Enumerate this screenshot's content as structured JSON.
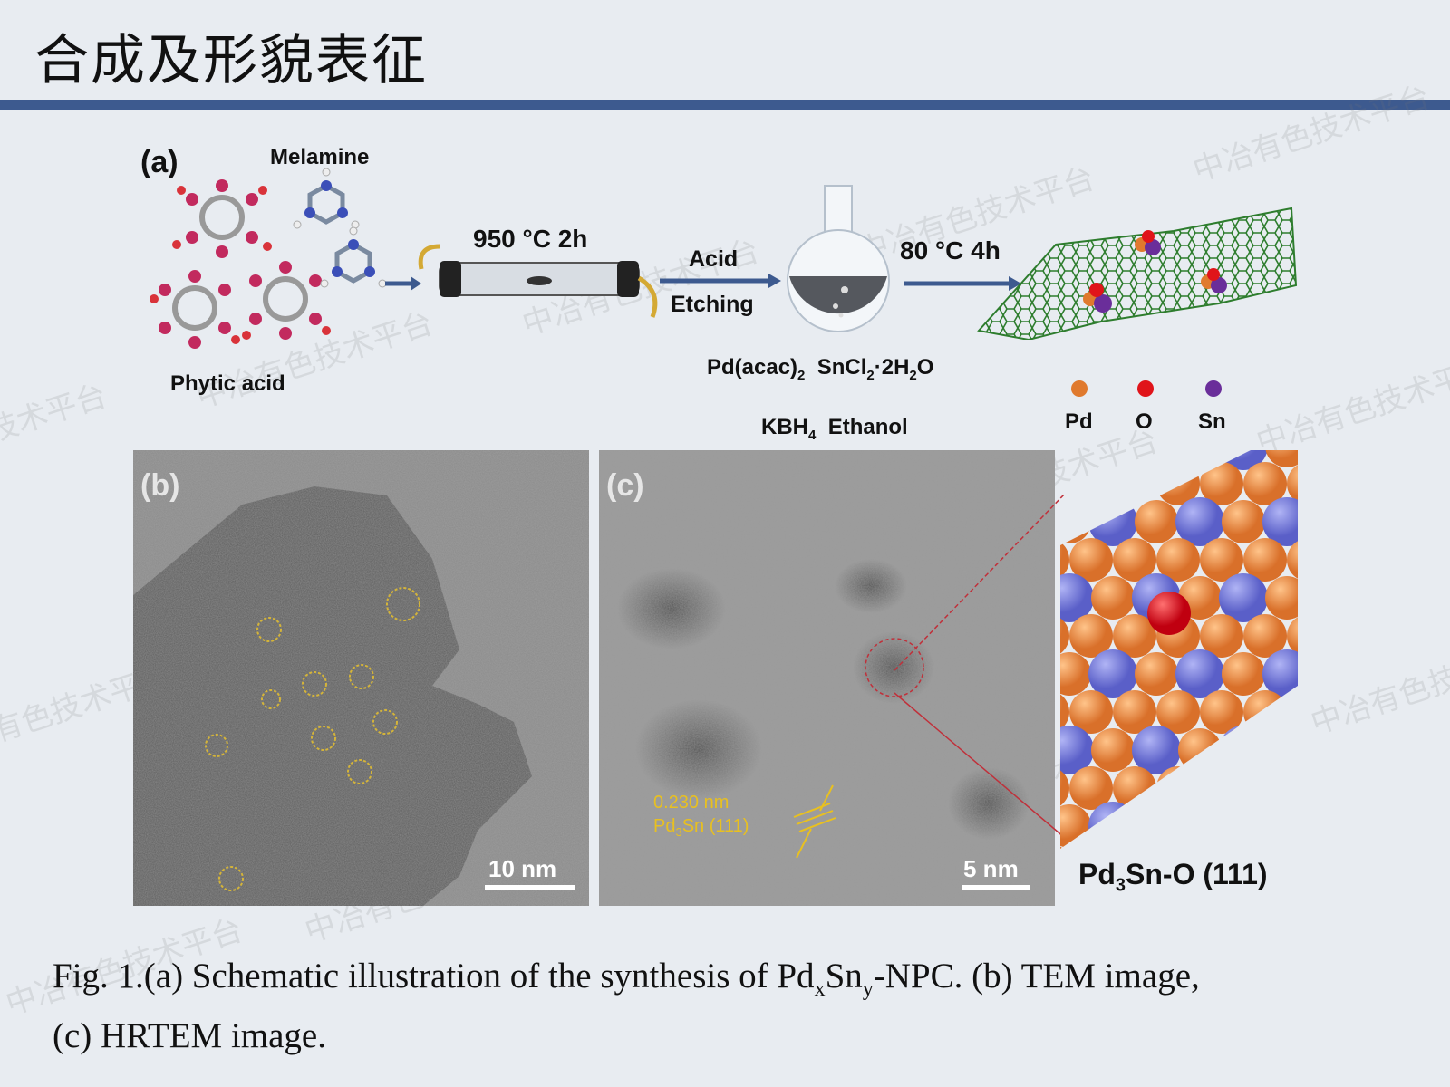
{
  "slide": {
    "title": "合成及形貌表征"
  },
  "watermark": "中冶有色技术平台",
  "panel_a": {
    "letter": "(a)",
    "melamine": "Melamine",
    "phytic_acid": "Phytic acid",
    "step1": "950 °C 2h",
    "acid": "Acid",
    "etching": "Etching",
    "step2": "80 °C 4h",
    "reagents_line1_a": "Pd(acac)",
    "reagents_line1_a_sub": "2",
    "reagents_line1_b": "SnCl",
    "reagents_line1_b_sub": "2",
    "reagents_line1_c": "·2H",
    "reagents_line1_c_sub": "2",
    "reagents_line1_d": "O",
    "reagents_line2_a": "KBH",
    "reagents_line2_a_sub": "4",
    "reagents_line2_b": "Ethanol",
    "legend": [
      {
        "label": "Pd",
        "color": "#e07a2e"
      },
      {
        "label": "O",
        "color": "#e0141a"
      },
      {
        "label": "Sn",
        "color": "#6a2e9a"
      }
    ]
  },
  "panel_b": {
    "letter": "(b)",
    "scale": "10 nm"
  },
  "panel_c": {
    "letter": "(c)",
    "scale": "5 nm",
    "d_spacing": "0.230 nm",
    "plane_a": "Pd",
    "plane_sub": "3",
    "plane_b": "Sn (111)"
  },
  "model": {
    "label_a": "Pd",
    "label_sub": "3",
    "label_b": "Sn-O (111)"
  },
  "caption": {
    "line1_a": "Fig. 1.(a) Schematic illustration of the synthesis of Pd",
    "sub_x": "x",
    "line1_b": "Sn",
    "sub_y": "y",
    "line1_c": "-NPC. (b) TEM image,",
    "line2": "(c) HRTEM image."
  }
}
